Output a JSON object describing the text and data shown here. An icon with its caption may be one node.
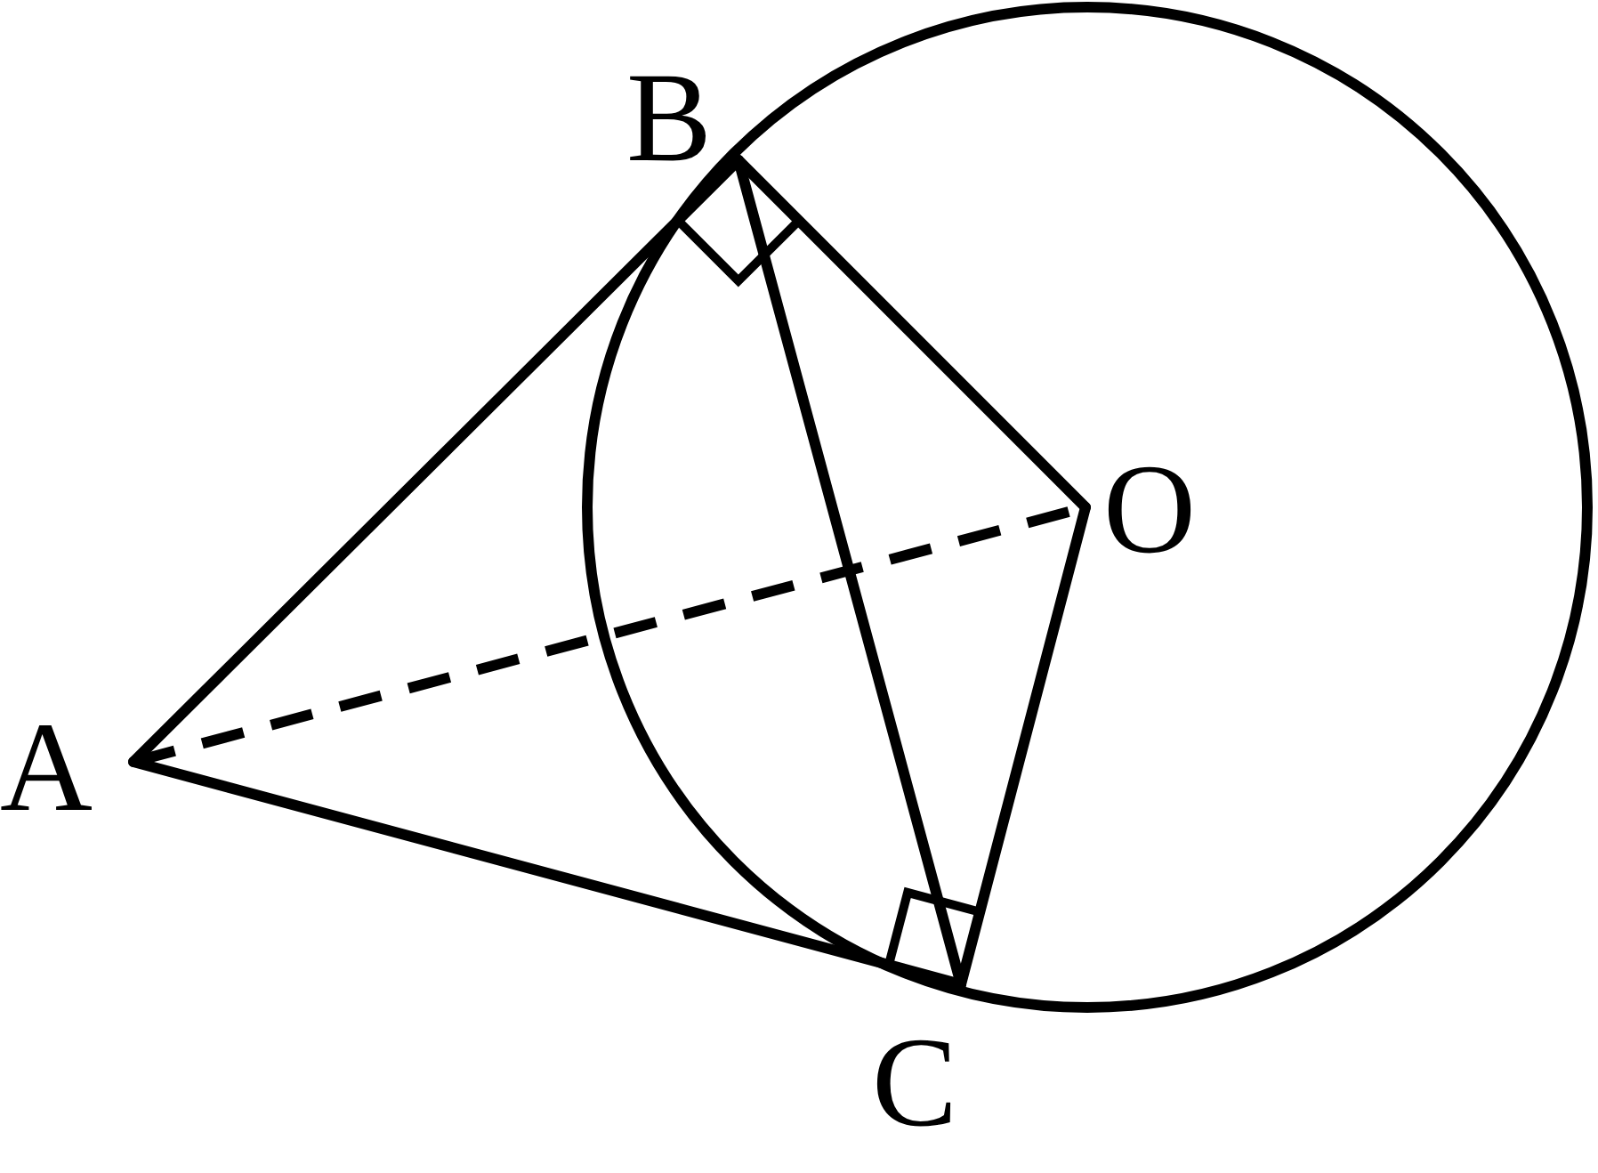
{
  "diagram": {
    "nodes": [
      {
        "text": [
          "B"
        ]
      },
      {
        "text": [
          "O"
        ]
      },
      {
        "text": [
          "A"
        ]
      },
      {
        "text": [
          "C"
        ]
      }
    ],
    "edges": [
      {
        "from": 2,
        "to": 0,
        "arrow": "none"
      },
      {
        "from": 0,
        "to": 1,
        "arrow": "none"
      },
      {
        "from": 0,
        "to": 3,
        "arrow": "none"
      },
      {
        "from": 2,
        "to": 1,
        "arrow": "none",
        "style": "dashed"
      },
      {
        "from": 2,
        "to": 3,
        "arrow": "none"
      },
      {
        "from": 1,
        "to": 3,
        "arrow": "none"
      }
    ]
  }
}
